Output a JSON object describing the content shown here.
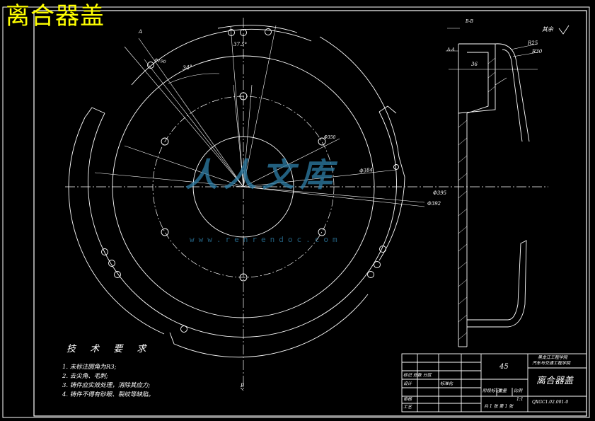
{
  "title": "离合器盖",
  "watermark": {
    "text": "人人文库",
    "url": "www.renrendoc.com"
  },
  "tech_notes": {
    "title": "技 术 要 求",
    "items": [
      "1. 未标注圆角为R3;",
      "2. 去尖角、毛刺;",
      "3. 铸件应实效处理，消除其应力;",
      "4. 铸件不得有砂眼、裂纹等缺陷。"
    ]
  },
  "dimensions": {
    "angle_34": "34°",
    "angle_top": "37.5°",
    "phi_190": "Φ190",
    "phi_350": "Φ350",
    "phi_384": "Φ384",
    "phi_395": "Φ395",
    "phi_392": "Φ392",
    "r_section_1": "R25",
    "r_section_2": "R30",
    "dim_36": "36",
    "section_label_top": "B-B",
    "section_label_side": "A-A",
    "roughness_other": "其余",
    "datum_A": "A",
    "datum_B": "B"
  },
  "title_block": {
    "material": "45",
    "school_line1": "黑龙江工程学院",
    "school_line2": "汽车与交通工程学院",
    "part_name": "离合器盖",
    "drawing_no": "QXGC1.02.001-0",
    "labels": {
      "mark_row": "标记 处数 分区",
      "design": "设计",
      "check": "审核",
      "process": "工艺",
      "std": "标准化",
      "stage": "阶段标记",
      "weight": "重量",
      "scale": "比例",
      "scale_value": "1:1",
      "sheets": "共 1 张  第 1 张"
    }
  }
}
